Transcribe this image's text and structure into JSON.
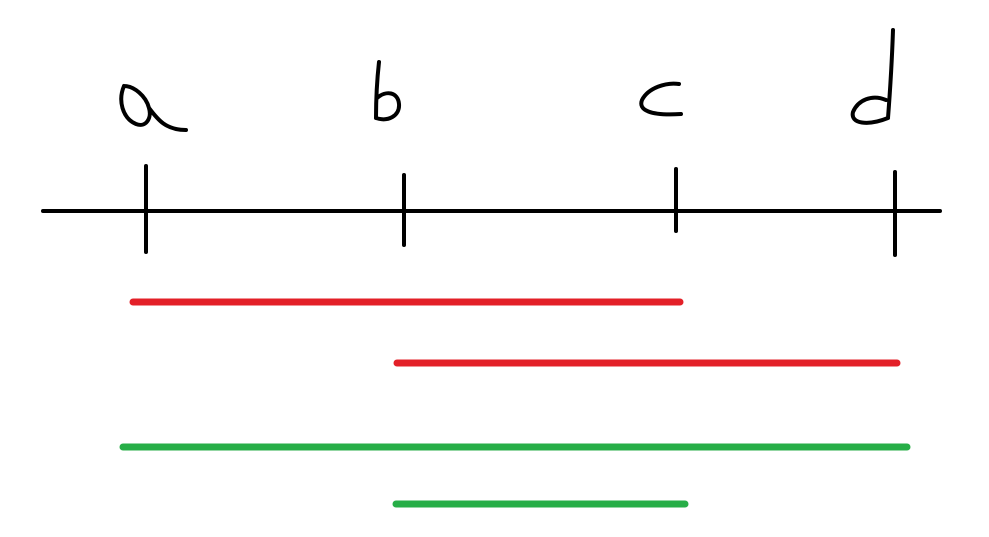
{
  "colors": {
    "background": "#ffffff",
    "ink": "#000000",
    "red": "#e32028",
    "green": "#27ae47"
  },
  "points": [
    {
      "id": "a",
      "label": "a"
    },
    {
      "id": "b",
      "label": "b"
    },
    {
      "id": "c",
      "label": "c"
    },
    {
      "id": "d",
      "label": "d"
    }
  ],
  "segments": [
    {
      "id": "red-a-c",
      "color": "red",
      "from": "a",
      "to": "c"
    },
    {
      "id": "red-b-d",
      "color": "red",
      "from": "b",
      "to": "d"
    },
    {
      "id": "green-a-d",
      "color": "green",
      "from": "a",
      "to": "d"
    },
    {
      "id": "green-b-c",
      "color": "green",
      "from": "b",
      "to": "c"
    }
  ]
}
